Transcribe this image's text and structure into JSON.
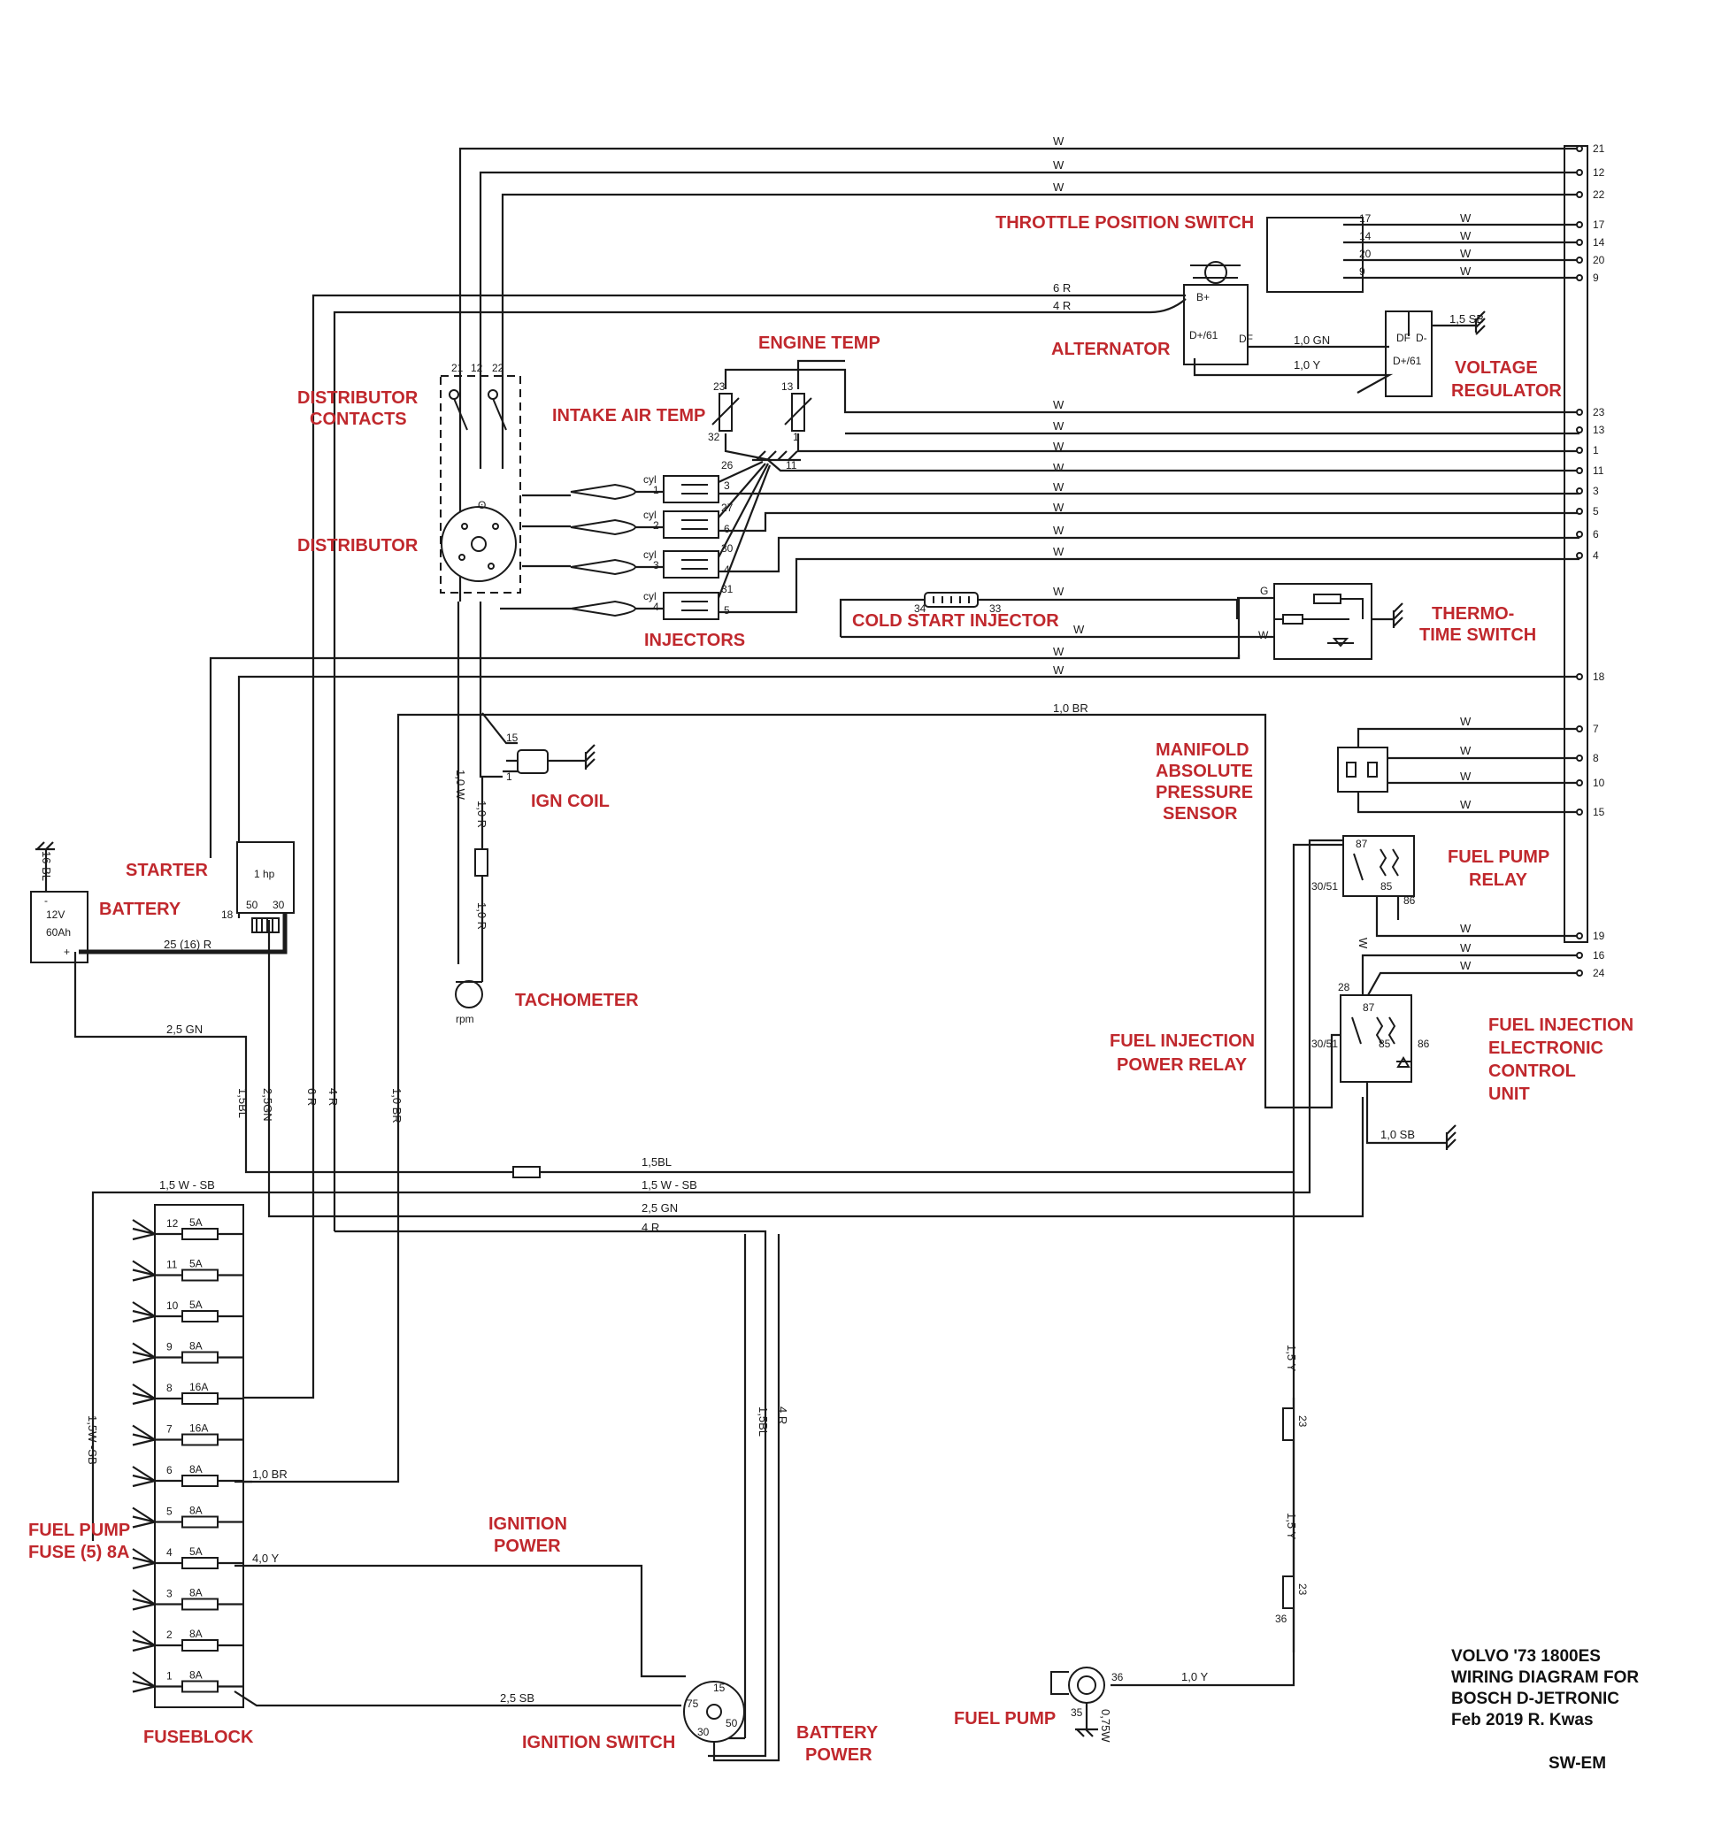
{
  "labels": {
    "throttle_position_switch": "THROTTLE POSITION SWITCH",
    "alternator": "ALTERNATOR",
    "voltage_regulator_1": "VOLTAGE",
    "voltage_regulator_2": "REGULATOR",
    "engine_temp": "ENGINE TEMP",
    "intake_air_temp": "INTAKE AIR TEMP",
    "distributor_contacts_1": "DISTRIBUTOR",
    "distributor_contacts_2": "CONTACTS",
    "distributor": "DISTRIBUTOR",
    "injectors": "INJECTORS",
    "cold_start_injector": "COLD START INJECTOR",
    "thermo_time_switch_1": "THERMO-",
    "thermo_time_switch_2": "TIME SWITCH",
    "manifold_1": "MANIFOLD",
    "manifold_2": "ABSOLUTE",
    "manifold_3": "PRESSURE",
    "manifold_4": "SENSOR",
    "ign_coil": "IGN COIL",
    "starter": "STARTER",
    "battery": "BATTERY",
    "tachometer": "TACHOMETER",
    "fuel_pump_relay_1": "FUEL PUMP",
    "fuel_pump_relay_2": "RELAY",
    "fi_power_relay_1": "FUEL INJECTION",
    "fi_power_relay_2": "POWER RELAY",
    "ecu_1": "FUEL INJECTION",
    "ecu_2": "ELECTRONIC",
    "ecu_3": "CONTROL",
    "ecu_4": "UNIT",
    "fuel_pump_fuse_1": "FUEL PUMP",
    "fuel_pump_fuse_2": "FUSE (5) 8A",
    "ignition_power_1": "IGNITION",
    "ignition_power_2": "POWER",
    "fuseblock": "FUSEBLOCK",
    "ignition_switch": "IGNITION SWITCH",
    "battery_power_1": "BATTERY",
    "battery_power_2": "POWER",
    "fuel_pump": "FUEL PUMP"
  },
  "title_block": {
    "line1": "VOLVO '73 1800ES",
    "line2": "WIRING DIAGRAM FOR",
    "line3": "BOSCH D-JETRONIC",
    "line4": "Feb 2019 R. Kwas",
    "line5": "SW-EM"
  },
  "wire_labels": {
    "w": "W",
    "r6": "6 R",
    "r4": "4 R",
    "gn10": "1,0 GN",
    "y10": "1,0 Y",
    "sb15": "1,5 SB",
    "br10": "1,0 BR",
    "w10": "1,0 W",
    "r10": "1,0 R",
    "r25": "25 (16) R",
    "gn25": "2,5 GN",
    "bl15": "1,5BL",
    "gn25v": "2,5GN",
    "r6v": "6 R",
    "r4v": "4 R",
    "br10v": "1,0 BR",
    "bl15h": "1,5BL",
    "wsb15": "1,5 W - SB",
    "gn25h": "2,5 GN",
    "r4h": "4 R",
    "wsb15v": "1,5W -SB",
    "br10h": "1,0 BR",
    "y40": "4,0 Y",
    "sb25": "2,5 SB",
    "bl15v2": "1,5BL",
    "r4v2": "4 R",
    "y15a": "1,5 Y",
    "y15b": "1,5 Y",
    "y10b": "1,0 Y",
    "w075": "0,75W",
    "sb10": "1,0 SB",
    "bl16": "16 BL"
  },
  "ecu_pins": [
    "21",
    "12",
    "22",
    "17",
    "14",
    "20",
    "9",
    "23",
    "13",
    "1",
    "11",
    "3",
    "5",
    "6",
    "4",
    "18",
    "7",
    "8",
    "10",
    "15",
    "19",
    "16",
    "24"
  ],
  "tps_pins": [
    "17",
    "14",
    "20",
    "9"
  ],
  "alternator_pins": {
    "bplus": "B+",
    "dplus": "D+/61",
    "df": "DF"
  },
  "regulator_pins": {
    "df": "DF",
    "dminus": "D-",
    "dplus": "D+/61"
  },
  "distributor_pins": [
    "21",
    "12",
    "22"
  ],
  "engine_temp_pins": {
    "a": "13",
    "b": "1"
  },
  "air_temp_pins": {
    "a": "23",
    "b": "32"
  },
  "ground_pin": "11",
  "injectors": [
    {
      "cyl": "cyl",
      "n": "1",
      "top": "26",
      "bot": "3"
    },
    {
      "cyl": "cyl",
      "n": "2",
      "top": "27",
      "bot": "6"
    },
    {
      "cyl": "cyl",
      "n": "3",
      "top": "30",
      "bot": "4"
    },
    {
      "cyl": "cyl",
      "n": "4",
      "top": "31",
      "bot": "5"
    }
  ],
  "cold_start_pins": {
    "a": "34",
    "b": "33"
  },
  "thermo_pins": {
    "g": "G",
    "w": "W"
  },
  "coil_pins": {
    "a": "15",
    "b": "1"
  },
  "battery_text": {
    "v": "12V",
    "ah": "60Ah",
    "plus": "+",
    "minus": "-"
  },
  "starter_text": {
    "hp": "1 hp",
    "p50": "50",
    "p30": "30",
    "p18": "18"
  },
  "tach_text": "rpm",
  "relay1_pins": {
    "p87": "87",
    "p3051": "30/51",
    "p85": "85",
    "p86": "86"
  },
  "relay2_pins": {
    "p28": "28",
    "p87": "87",
    "p3051": "30/51",
    "p85": "85",
    "p86": "86"
  },
  "fuses": [
    {
      "n": "12",
      "a": "5A"
    },
    {
      "n": "11",
      "a": "5A"
    },
    {
      "n": "10",
      "a": "5A"
    },
    {
      "n": "9",
      "a": "8A"
    },
    {
      "n": "8",
      "a": "16A"
    },
    {
      "n": "7",
      "a": "16A"
    },
    {
      "n": "6",
      "a": "8A"
    },
    {
      "n": "5",
      "a": "8A"
    },
    {
      "n": "4",
      "a": "5A"
    },
    {
      "n": "3",
      "a": "8A"
    },
    {
      "n": "2",
      "a": "8A"
    },
    {
      "n": "1",
      "a": "8A"
    }
  ],
  "ignition_switch_pins": {
    "p15": "15",
    "p75": "75",
    "p50": "50",
    "p30": "30"
  },
  "connector_23": "23",
  "connector_36": "36",
  "pump_pins": {
    "a": "36",
    "b": "35"
  }
}
